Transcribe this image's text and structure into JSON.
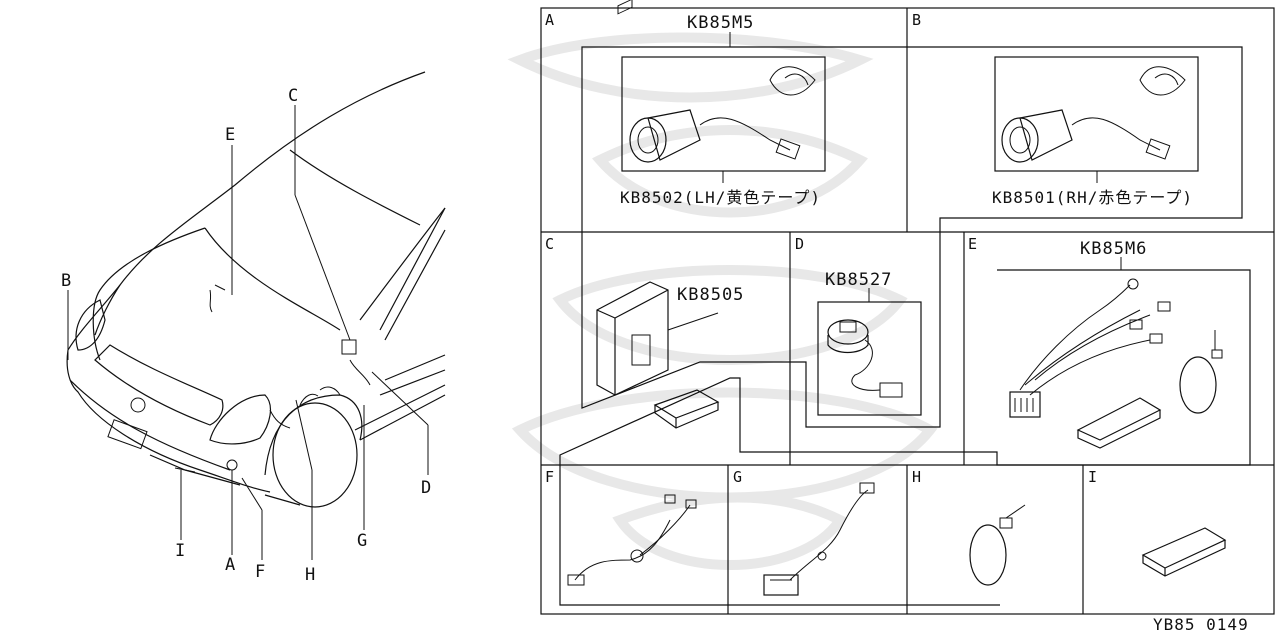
{
  "car_callouts": {
    "a": "A",
    "b": "B",
    "c": "C",
    "d": "D",
    "e": "E",
    "f": "F",
    "g": "G",
    "h": "H",
    "i": "I"
  },
  "grid_letters": {
    "a": "A",
    "b": "B",
    "c": "C",
    "d": "D",
    "e": "E",
    "f": "F",
    "g": "G",
    "h": "H",
    "i": "I"
  },
  "parts": {
    "kb85m5": "KB85M5",
    "kb8502": "KB8502(LH/黄色テープ)",
    "kb8501": "KB8501(RH/赤色テープ)",
    "kb8505": "KB8505",
    "kb8527": "KB8527",
    "kb85m6": "KB85M6"
  },
  "diagram_code": "YB85 0149"
}
